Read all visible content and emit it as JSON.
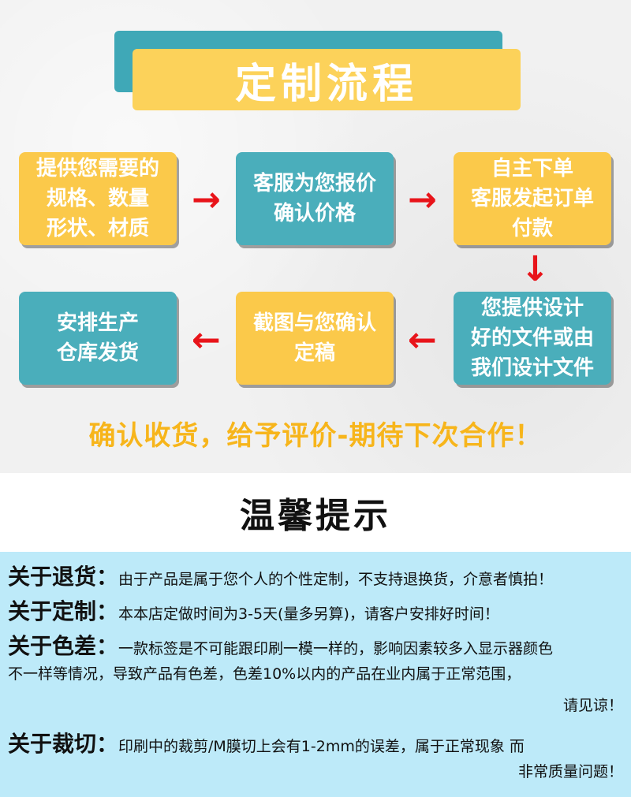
{
  "title": "定制流程",
  "steps": [
    {
      "text": "提供您需要的\n规格、数量\n形状、材质",
      "color": "#fbc94a"
    },
    {
      "text": "客服为您报价\n确认价格",
      "color": "#4aaebb"
    },
    {
      "text": "自主下单\n客服发起订单\n付款",
      "color": "#fbc94a"
    },
    {
      "text": "您提供设计\n好的文件或由\n我们设计文件",
      "color": "#4aaebb"
    },
    {
      "text": "截图与您确认\n定稿",
      "color": "#fbc94a"
    },
    {
      "text": "安排生产\n仓库发货",
      "color": "#4aaebb"
    }
  ],
  "arrows": {
    "right": "→",
    "down": "↓",
    "left": "←"
  },
  "slogan": "确认收货，给予评价-期待下次合作！",
  "tips_title": "温馨提示",
  "tips": {
    "return": {
      "head": "关于退货：",
      "body": "由于产品是属于您个人的个性定制，不支持退换货，介意者慎拍！"
    },
    "custom": {
      "head": "关于定制：",
      "body": "本本店定做时间为3-5天(量多另算)，请客户安排好时间！"
    },
    "color": {
      "head": "关于色差：",
      "body1": "一款标签是不可能跟印刷一模一样的，影响因素较多入显示器颜色",
      "body2": "不一样等情况，导致产品有色差，色差10%以内的产品在业内属于正常范围，",
      "body3": "请见谅！"
    },
    "cut": {
      "head": "关于裁切：",
      "body1": "印刷中的裁剪/M膜切上会有1-2mm的误差，属于正常现象 而",
      "body2": "非常质量问题！"
    }
  }
}
